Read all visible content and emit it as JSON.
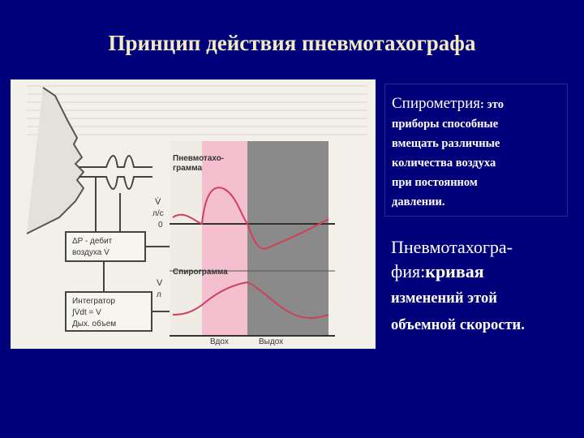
{
  "slide": {
    "title": "Принцип действия пневмотахографа"
  },
  "definition": {
    "lead": "Спирометрия",
    "lead_suffix": ": это",
    "line1": "приборы способные",
    "line2": "вмещать различные",
    "line3": "количества воздуха",
    "line4": "при постоянном",
    "line5": "давлении."
  },
  "pneumo": {
    "line1": "Пневмотахогра-",
    "line2_prefix": "фия:",
    "line2_bold": "кривая",
    "line3": "изменений этой",
    "line4": "объемной скорости."
  },
  "figure": {
    "label_pneumotacho_1": "Пневмотахо-",
    "label_pneumotacho_2": "грамма",
    "label_spirogram": "Спирограмма",
    "axis_v_dot": "V̇",
    "axis_unit_ls": "л/с",
    "axis_zero": "0",
    "axis_v": "V",
    "axis_unit_l": "л",
    "box1_line1": "ΔP - дебит",
    "box1_line2": "воздуха V̇",
    "box2_line1": "Интегратор",
    "box2_line2": "∫V̇dt = V",
    "box2_line3": "Дых. объем",
    "x_inhale": "Вдох",
    "x_exhale": "Выдох"
  },
  "colors": {
    "background": "#00007a",
    "title": "#f2eac0",
    "inhale_band": "#f4c0d0",
    "exhale_band": "#8a8a8a",
    "curve": "#d0405a"
  }
}
